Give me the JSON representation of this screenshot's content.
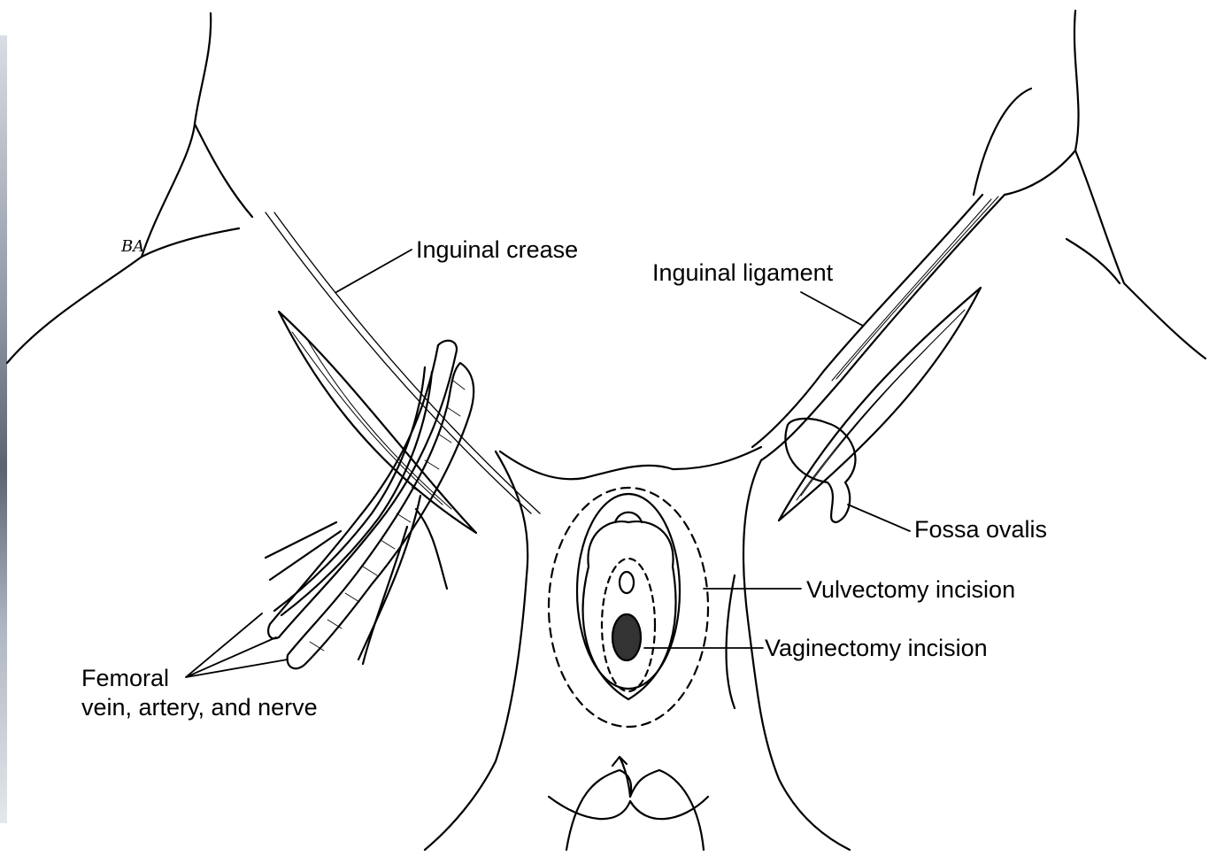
{
  "labels": {
    "inguinal_crease": "Inguinal crease",
    "inguinal_ligament": "Inguinal ligament",
    "fossa_ovalis": "Fossa ovalis",
    "vulvectomy_incision": "Vulvectomy incision",
    "vaginectomy_incision": "Vaginectomy incision",
    "femoral_line1": "Femoral",
    "femoral_line2": "vein, artery, and nerve"
  },
  "signature": "BA",
  "colors": {
    "line": "#000000",
    "background": "#ffffff"
  }
}
